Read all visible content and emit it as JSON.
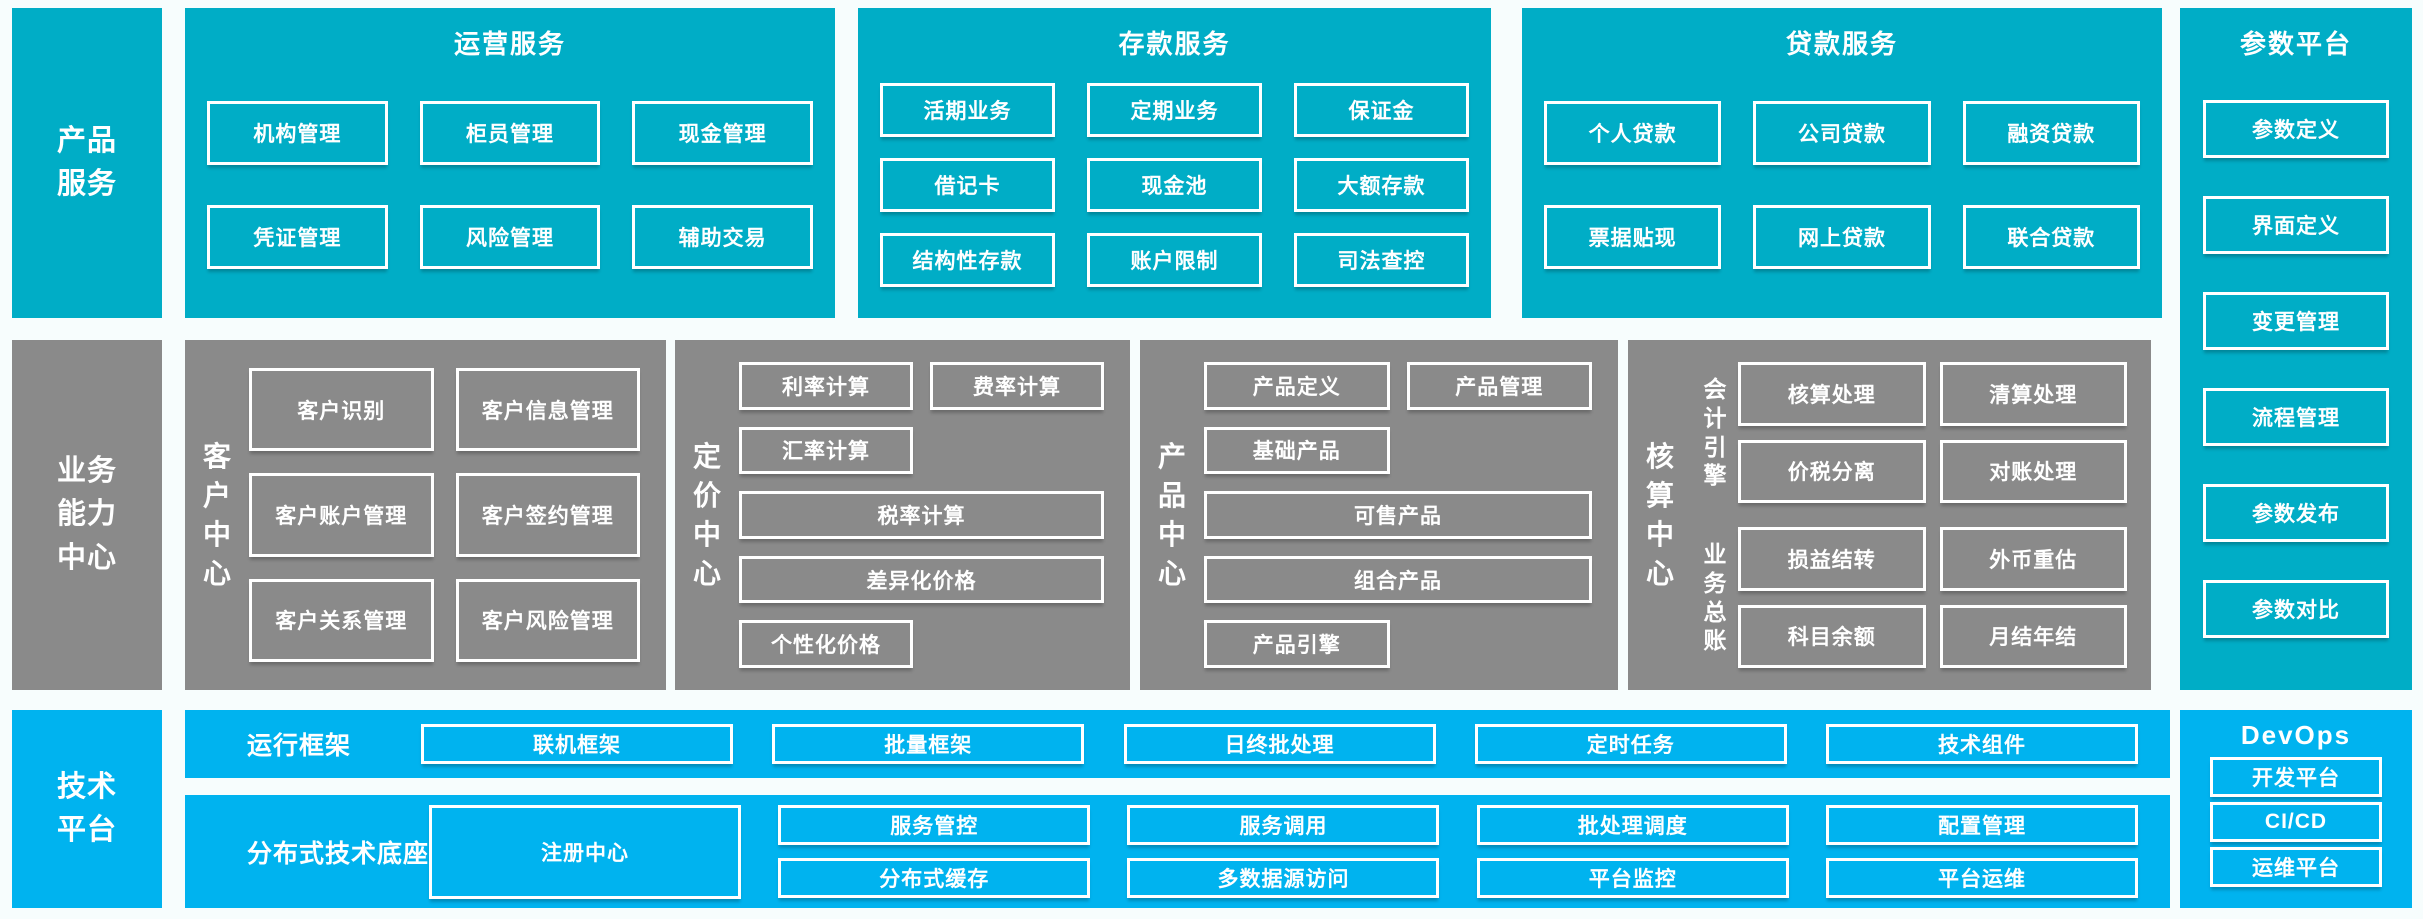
{
  "colors": {
    "cyan": "#00adc6",
    "blue": "#00b3ef",
    "gray": "#8a8a8a",
    "background": "#f7fdfd",
    "text": "#ffffff"
  },
  "product_services": {
    "side_label": "产品\n服务",
    "ops": {
      "title": "运营服务",
      "buttons": [
        "机构管理",
        "柜员管理",
        "现金管理",
        "凭证管理",
        "风险管理",
        "辅助交易"
      ]
    },
    "deposit": {
      "title": "存款服务",
      "buttons": [
        "活期业务",
        "定期业务",
        "保证金",
        "借记卡",
        "现金池",
        "大额存款",
        "结构性存款",
        "账户限制",
        "司法查控"
      ]
    },
    "loan": {
      "title": "贷款服务",
      "buttons": [
        "个人贷款",
        "公司贷款",
        "融资贷款",
        "票据贴现",
        "网上贷款",
        "联合贷款"
      ]
    }
  },
  "param_platform": {
    "title": "参数平台",
    "buttons": [
      "参数定义",
      "界面定义",
      "变更管理",
      "流程管理",
      "参数发布",
      "参数对比"
    ]
  },
  "business_center": {
    "side_label": "业务\n能力\n中心",
    "customer": {
      "label": "客\n户\n中\n心",
      "buttons": [
        "客户识别",
        "客户信息管理",
        "客户账户管理",
        "客户签约管理",
        "客户关系管理",
        "客户风险管理"
      ]
    },
    "pricing": {
      "label": "定\n价\n中\n心",
      "buttons": [
        "利率计算",
        "费率计算",
        "汇率计算",
        "税率计算",
        "差异化价格",
        "个性化价格"
      ]
    },
    "product": {
      "label": "产\n品\n中\n心",
      "buttons": [
        "产品定义",
        "产品管理",
        "基础产品",
        "可售产品",
        "组合产品",
        "产品引擎"
      ]
    },
    "accounting": {
      "label": "核\n算\n中\n心",
      "engine": {
        "label": "会\n计\n引\n擎",
        "buttons": [
          "核算处理",
          "清算处理",
          "价税分离",
          "对账处理"
        ]
      },
      "ledger": {
        "label": "业\n务\n总\n账",
        "buttons": [
          "损益结转",
          "外币重估",
          "科目余额",
          "月结年结"
        ]
      }
    }
  },
  "tech_platform": {
    "side_label": "技术\n平台",
    "runtime": {
      "label": "运行框架",
      "buttons": [
        "联机框架",
        "批量框架",
        "日终批处理",
        "定时任务",
        "技术组件"
      ]
    },
    "base": {
      "label": "分布式技术底座",
      "registry": "注册中心",
      "columns": [
        [
          "服务管控",
          "分布式缓存"
        ],
        [
          "服务调用",
          "多数据源访问"
        ],
        [
          "批处理调度",
          "平台监控"
        ],
        [
          "配置管理",
          "平台运维"
        ]
      ]
    },
    "devops": {
      "title": "DevOps",
      "buttons": [
        "开发平台",
        "CI/CD",
        "运维平台"
      ]
    }
  }
}
